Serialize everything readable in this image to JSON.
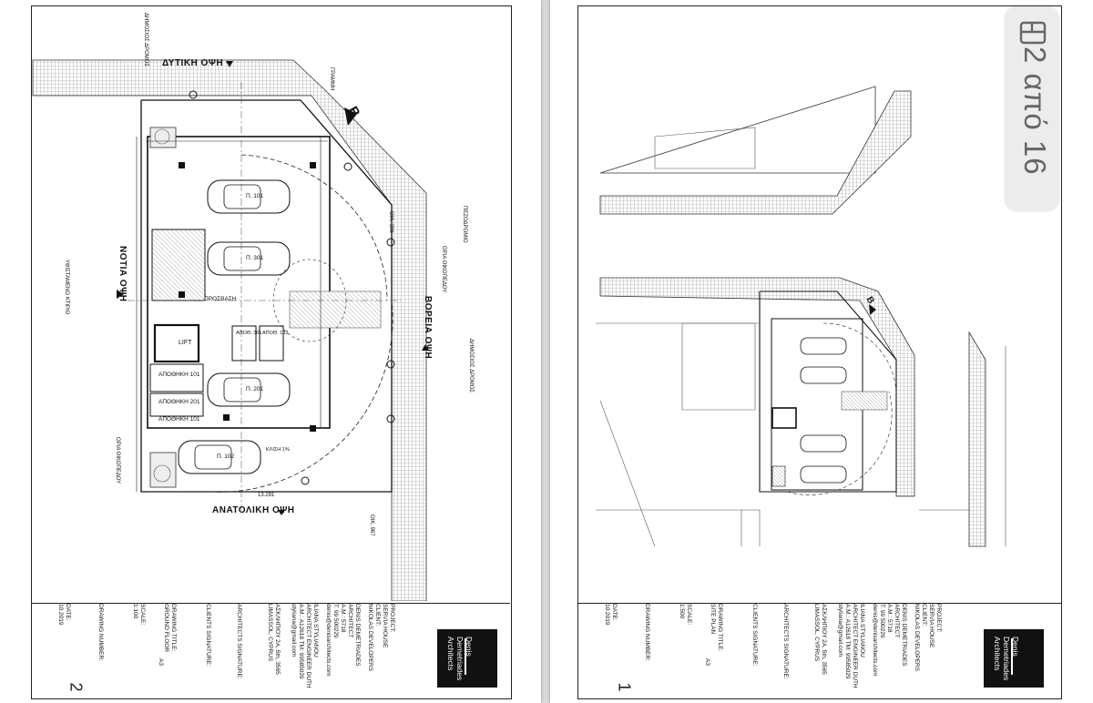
{
  "viewer": {
    "page_indicator": "2 από 16",
    "page_icon": "book-pages-icon"
  },
  "sheet_2": {
    "page_number": "2",
    "labels": {
      "west_view": "ΔΥΤΙΚΗ ΟΨΗ",
      "south_view": "ΝΟΤΙΑ ΟΨΗ",
      "north_view": "ΒΟΡΕΙΑ ΟΨΗ",
      "east_view": "ΑΝΑΤΟΛΙΚΗ ΟΨΗ",
      "north_arrow": "Β",
      "municipal_road_top": "ΔΗΜΟΣΙΟΣ ΔΡΟΜΟΣ",
      "municipal_road_right": "ΔΗΜΟΣΙΟΣ ΔΡΟΜΟΣ",
      "street_widening": "ΓΡΑΜΜΗ",
      "paved_path": "ΠΕΖΟΔΡΟΜΙΟ",
      "building_line": "ΟΡΙΑ ΟΙΚΟΠΕΔΟΥ",
      "plot_no": "ΟΙΚ. 967",
      "plot_no_top": "ΟΙΚ. 396",
      "kipos": "ΥΦΙΣΤΑΜΕΝΟ ΚΤΙΡΙΟ",
      "lift": "LIFT",
      "storage_1": "ΑΠΟΘΗΚΗ 101",
      "storage_2": "ΑΠΟΘΗΚΗ 201",
      "storage_3": "ΑΠΟΘΗΚΗ 101",
      "storage_a": "ΑΠΟΘ. 301",
      "storage_b": "ΑΠΟΘ. 102",
      "entrance": "ΠΡΟΣΒΑΣΗ",
      "parking_1": "Π. 301",
      "parking_2": "Π. 101",
      "parking_3": "Π. 201",
      "parking_4": "Π. 102",
      "dim_bottom": "13.291",
      "ramp": "ΚΛΙΣΗ 1%",
      "fence": "ΟΡΙΑ ΟΙΚΟΠΕΔΟΥ"
    },
    "title_block": {
      "project": "PROJECT:\nSERVIA HOUSE\nCLIENT:\nNIKOLAS DEVELOPERS",
      "engineer": "DENIS DEMETRIADES\nARCHITECT\nΑ.Μ.: 5718\nT: 99 500229\ndenis@denisarchitects.com",
      "civil": "ILIANA STYLIANOU\nARCHITECT ENGINEER DUTH\nA.M.: A12618 TM: 99585029\nstyliana@gmail.com",
      "address": "ΑΣΚΛΗΠΙΟΥ 2Α, 5th, 3565\nLIMASSOL, CYPRUS",
      "architects_sig": "ARCHITECTS SIGNATURE:",
      "clients_sig": "CLIENTS SIGNATURE:",
      "drawing_title": "DRAWING TITLE:\nGROUND FLOOR",
      "scale": "SCALE:\n1:100",
      "date": "DATE:\n10.2019",
      "drawing_number": "DRAWING NUMBER:",
      "sheet_size": "A3"
    },
    "logo": "Denis\nDemetriades\nArchitects"
  },
  "sheet_1": {
    "page_number": "1",
    "labels": {
      "north_arrow": "Β"
    },
    "title_block": {
      "project": "PROJECT:\nSERVIA HOUSE\nCLIENT:\nNIKOLAS DEVELOPERS",
      "engineer": "DENIS DEMETRIADES\nARCHITECT\nΑ.Μ.: 5718\nT: 99 500229\ndenis@denisarchitects.com",
      "civil": "ILIANA STYLIANOU\nARCHITECT ENGINEER DUTH\nA.M.: A12618 TM: 99585029\nstyliana@gmail.com",
      "address": "ΑΣΚΛΗΠΙΟΥ 2Α, 5th, 3565\nLIMASSOL, CYPRUS",
      "architects_sig": "ARCHITECTS SIGNATURE:",
      "clients_sig": "CLIENTS SIGNATURE:",
      "drawing_title": "DRAWING TITLE:\nSITE PLAN",
      "scale": "SCALE:\n1:500",
      "date": "DATE:\n10.2019",
      "drawing_number": "DRAWING NUMBER:",
      "sheet_size": "A3"
    },
    "logo": "Denis\nDemetriades\nArchitects"
  }
}
